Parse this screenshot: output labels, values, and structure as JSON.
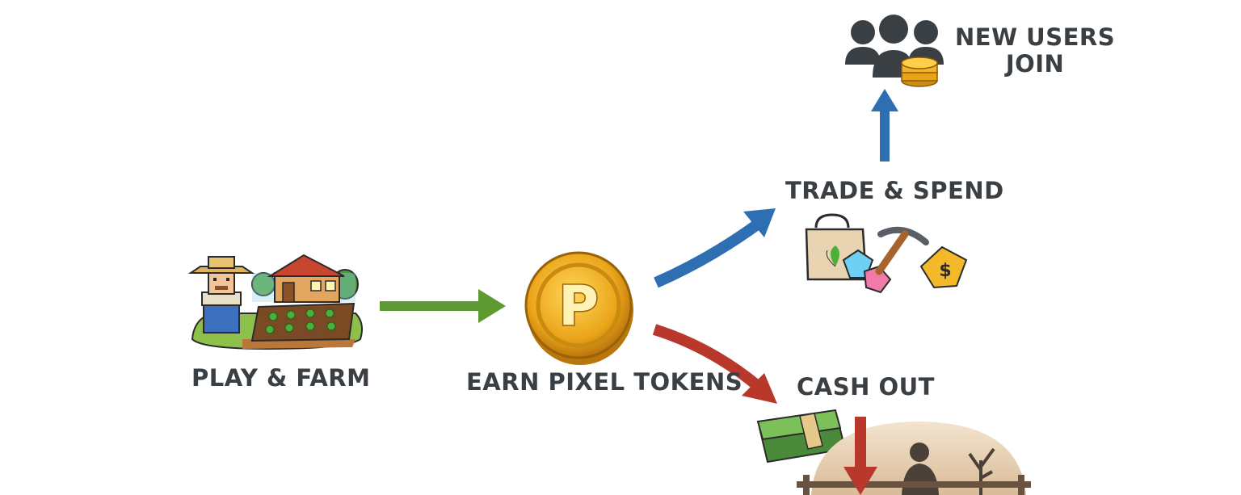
{
  "diagram": {
    "steps": {
      "play": "PLAY & FARM",
      "earn": "EARN PIXEL TOKENS",
      "trade": "TRADE & SPEND",
      "cash": "CASH OUT",
      "new_users_line1": "NEW USERS",
      "new_users_line2": "JOIN"
    },
    "coin_letter": "P",
    "price_tag_symbol": "$",
    "colors": {
      "green_arrow": "#5e9a32",
      "blue_arrow": "#2e6fb3",
      "red_arrow": "#b8382b",
      "coin": "#e8a317",
      "text": "#3a3f44"
    },
    "icons": [
      "farmer-farm-icon",
      "pixel-coin-icon",
      "shopping-bag-icon",
      "gems-icon",
      "pickaxe-icon",
      "price-tag-icon",
      "users-icon",
      "coin-stack-icon",
      "cash-stack-icon",
      "barren-scene-icon"
    ]
  }
}
